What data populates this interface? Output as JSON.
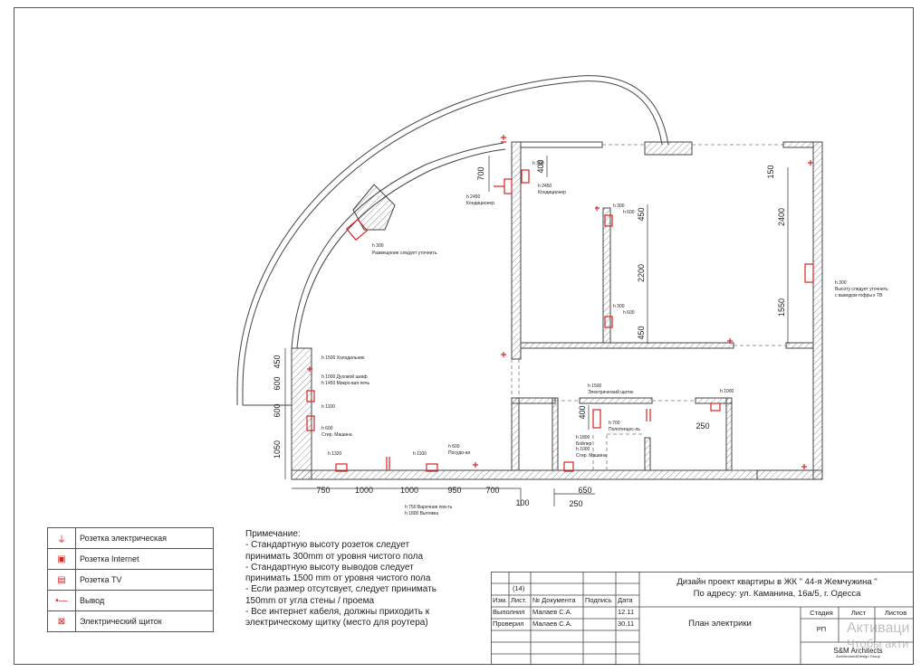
{
  "dimensions": {
    "left_wall": [
      "450",
      "600",
      "600",
      "1050"
    ],
    "bottom": [
      "750",
      "1000",
      "1000",
      "950",
      "700",
      "100",
      "650",
      "250"
    ],
    "top_left": [
      "700",
      "400"
    ],
    "inner_wall": [
      "450",
      "2200",
      "450"
    ],
    "right_wall": [
      "150",
      "2400",
      "1550"
    ],
    "wc": [
      "400",
      "250"
    ]
  },
  "annotations": {
    "placement": [
      "h 300",
      "Размещение следует уточнить."
    ],
    "ac_left": [
      "h 2450",
      "Кондиционер"
    ],
    "ac_top": [
      "h 300",
      "h 2450",
      "Кондиционер"
    ],
    "inner_top": [
      "h 300",
      "h 600"
    ],
    "inner_bot": [
      "h 300",
      "h 600"
    ],
    "tv": [
      "h 300",
      "Высоту следует уточнить",
      "с выводом гофры к ТВ"
    ],
    "fridge": "h 1500 Холодильник",
    "oven": [
      "h 1000 Духовой шкаф",
      "h 1450 Микро-вая печь"
    ],
    "h1100a": "h 1100",
    "washer": [
      "h 600",
      "Стир. Машина"
    ],
    "h1320": "h 1320",
    "h1100b": "h 1100",
    "dish": [
      "h 600",
      "Посудо-ая"
    ],
    "hob": [
      "h 750 Варочная пов-ть",
      "h 1800 Вытяжка"
    ],
    "panel": [
      "h 1500",
      "Электрический щиток"
    ],
    "towel": [
      "h 700",
      "Полотенцес-ль"
    ],
    "boiler": [
      "h 1800",
      "Бойлер",
      "h 1000",
      "Стир. Машина"
    ],
    "h1000": "h 1000"
  },
  "legend": [
    {
      "icon": "electric-socket-icon",
      "glyph": "⏚",
      "label": "Розетка электрическая"
    },
    {
      "icon": "internet-socket-icon",
      "glyph": "▣",
      "label": "Розетка Internet"
    },
    {
      "icon": "tv-socket-icon",
      "glyph": "▤",
      "label": "Розетка TV"
    },
    {
      "icon": "outlet-wire-icon",
      "glyph": "•—",
      "label": "Вывод"
    },
    {
      "icon": "electric-panel-icon",
      "glyph": "⊠",
      "label": "Электрический щиток"
    }
  ],
  "notes": {
    "title": "Примечание:",
    "lines": [
      "- Стандартную высоту розеток следует\nпринимать 300mm от уровня чистого пола",
      "- Стандартную высоту выводов следует\nпринимать 1500 mm от уровня чистого пола",
      "- Если размер отсутсвует, следует принимать\n150mm от угла стены / проема",
      "- Все интернет кабеля, должны приходить к\nэлектрическому щитку (место для роутера)"
    ]
  },
  "stamp": {
    "sheet_num": "(14)",
    "headers": [
      "Изм.",
      "Лист.",
      "№ Документа",
      "Подпись",
      "Дата"
    ],
    "rows": [
      {
        "role": "Выполнил",
        "name": "Малаев С.А.",
        "date": "12.11"
      },
      {
        "role": "Проверил",
        "name": "Малаев С.А.",
        "date": "30.11"
      }
    ],
    "project_line1": "Дизайн проект квартиры в ЖК \" 44-я Жемчужина \"",
    "project_line2": "По адресу: ул. Каманина, 16а/5, г. Одесса",
    "sheet_title": "План электрики",
    "stage_headers": [
      "Стадия",
      "Лист",
      "Листов"
    ],
    "stage_value": "РП",
    "company": "S&M Architects",
    "company_sub": "Architecture&Design Group"
  },
  "watermark": [
    "Активаци",
    "Чтобы акти"
  ]
}
